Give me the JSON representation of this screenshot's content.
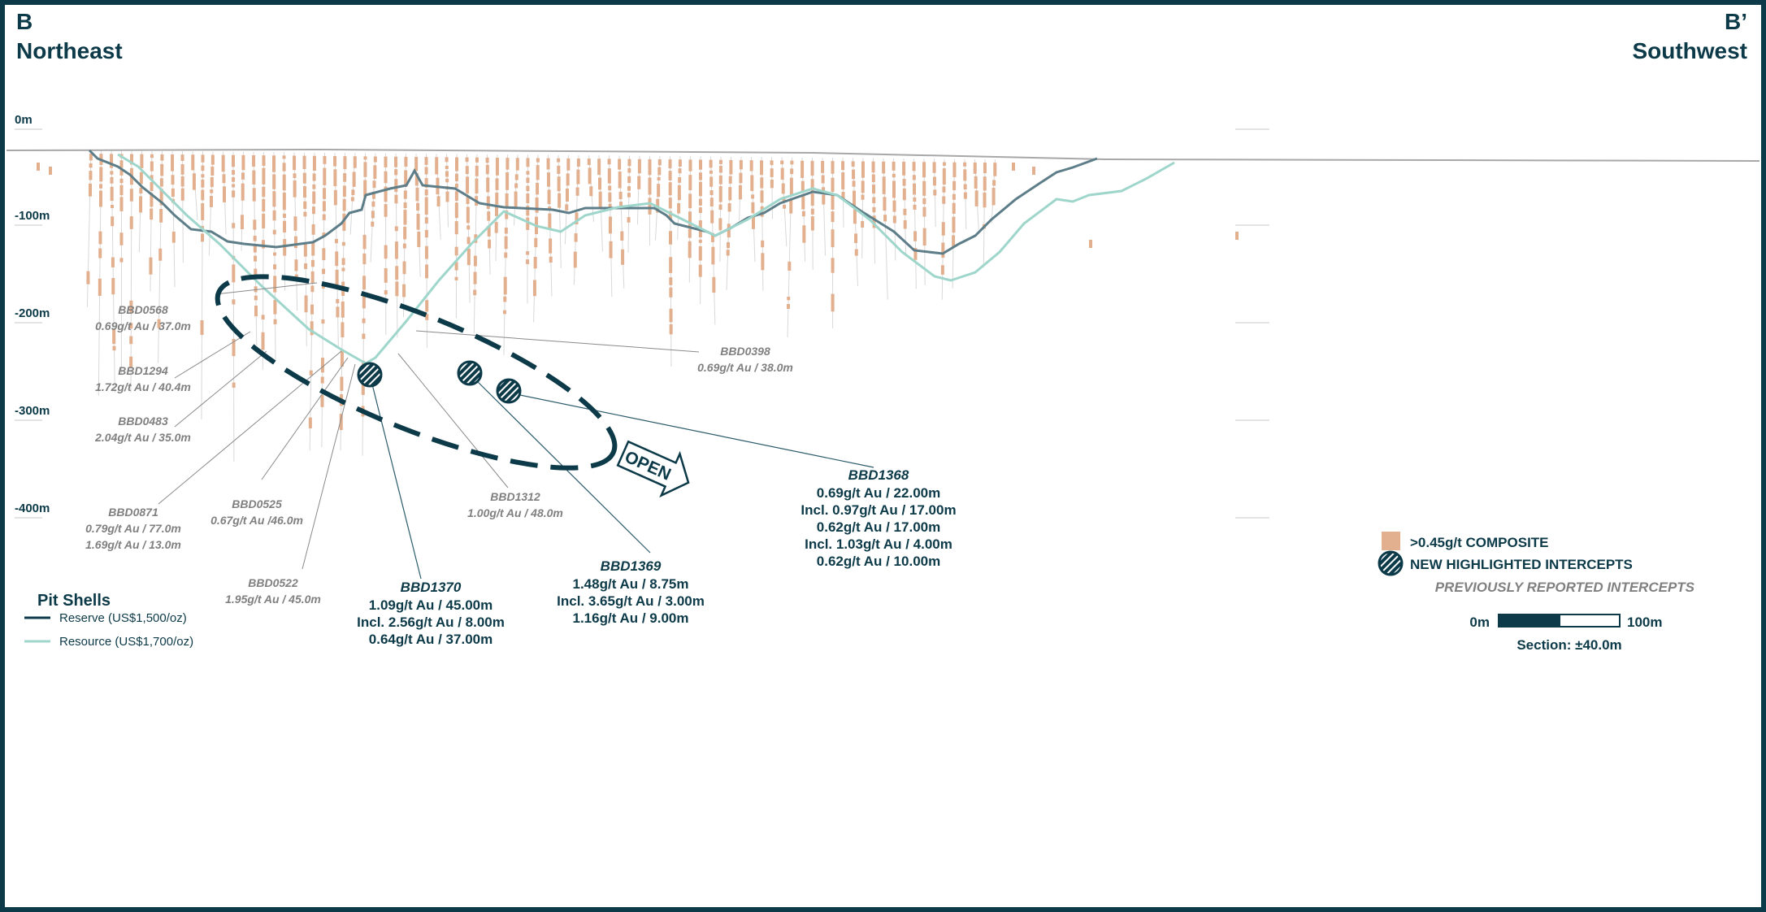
{
  "header": {
    "left_section": "B",
    "left_direction": "Northeast",
    "right_section": "B’",
    "right_direction": "Southwest"
  },
  "depth_axis": [
    "0m",
    "-100m",
    "-200m",
    "-300m",
    "-400m"
  ],
  "colors": {
    "frame": "#0d3a48",
    "reserve": "#5d7d88",
    "resource": "#9fd6cc",
    "composite": "#e2b08e",
    "previous_text": "#808080"
  },
  "previous_intercepts": [
    {
      "hole": "BBD0568",
      "lines": [
        "0.69g/t Au / 37.0m"
      ]
    },
    {
      "hole": "BBD1294",
      "lines": [
        "1.72g/t Au / 40.4m"
      ]
    },
    {
      "hole": "BBD0483",
      "lines": [
        "2.04g/t Au / 35.0m"
      ]
    },
    {
      "hole": "BBD0871",
      "lines": [
        "0.79g/t Au / 77.0m",
        "1.69g/t Au / 13.0m"
      ]
    },
    {
      "hole": "BBD0525",
      "lines": [
        "0.67g/t Au /46.0m"
      ]
    },
    {
      "hole": "BBD0522",
      "lines": [
        "1.95g/t Au / 45.0m"
      ]
    },
    {
      "hole": "BBD1312",
      "lines": [
        "1.00g/t Au / 48.0m"
      ]
    },
    {
      "hole": "BBD0398",
      "lines": [
        "0.69g/t Au / 38.0m"
      ]
    }
  ],
  "new_intercepts": [
    {
      "hole": "BBD1370",
      "lines": [
        "1.09g/t Au / 45.00m",
        "Incl. 2.56g/t Au / 8.00m",
        "0.64g/t Au / 37.00m"
      ]
    },
    {
      "hole": "BBD1369",
      "lines": [
        "1.48g/t Au / 8.75m",
        "Incl. 3.65g/t Au / 3.00m",
        "1.16g/t Au / 9.00m"
      ]
    },
    {
      "hole": "BBD1368",
      "lines": [
        "0.69g/t Au / 22.00m",
        "Incl. 0.97g/t Au / 17.00m",
        "0.62g/t Au / 17.00m",
        "Incl. 1.03g/t Au / 4.00m",
        "0.62g/t Au / 10.00m"
      ]
    }
  ],
  "open_label": "OPEN",
  "pit_shells": {
    "title": "Pit Shells",
    "reserve": "Reserve (US$1,500/oz)",
    "resource": "Resource (US$1,700/oz)"
  },
  "legend": {
    "composite": ">0.45g/t COMPOSITE",
    "new": "NEW HIGHLIGHTED INTERCEPTS",
    "previous": "PREVIOUSLY REPORTED INTERCEPTS",
    "icon": "hatched-circle-icon"
  },
  "scale_bar": {
    "start": "0m",
    "end": "100m",
    "section": "Section: ±40.0m"
  }
}
